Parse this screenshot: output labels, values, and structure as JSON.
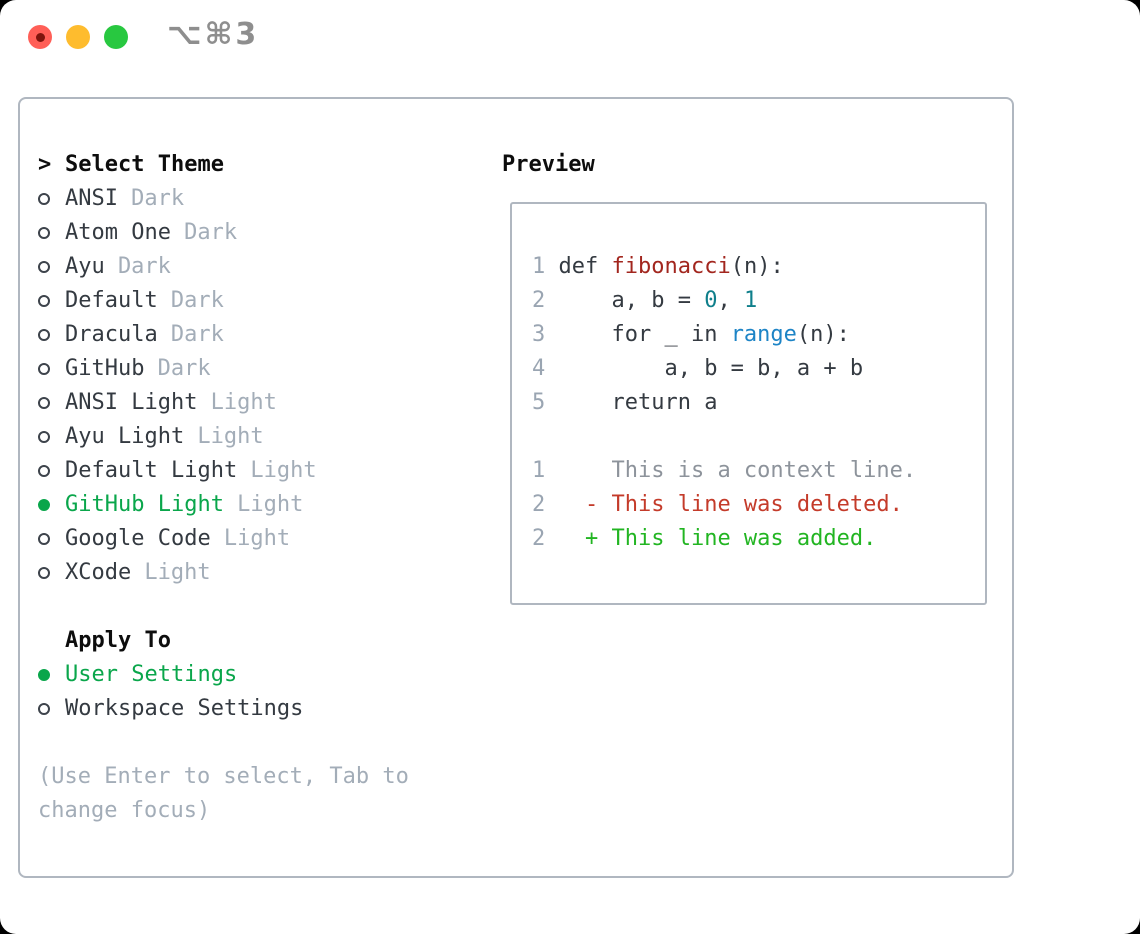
{
  "window": {
    "shortcut": "⌥⌘3",
    "traffic_lights": [
      "close",
      "minimize",
      "zoom"
    ]
  },
  "colors": {
    "accent_green": "#0aa64b",
    "added_green": "#22b522",
    "deleted_red": "#c43b2a",
    "function_red": "#a2261e",
    "number_teal": "#0f7f8b",
    "builtin_blue": "#1d84c6",
    "text_dark": "#343a41",
    "muted_gray": "#a3adb8",
    "line_number_gray": "#9aa5b2",
    "context_gray": "#8d939b",
    "border_gray": "#b0b7c0",
    "traffic_red": "#ff5f57",
    "traffic_yellow": "#febc2e",
    "traffic_green": "#28c840"
  },
  "theme_picker": {
    "prompt": ">",
    "title": "Select Theme",
    "items": [
      {
        "name": "ANSI",
        "variant": "Dark",
        "selected": false
      },
      {
        "name": "Atom One",
        "variant": "Dark",
        "selected": false
      },
      {
        "name": "Ayu",
        "variant": "Dark",
        "selected": false
      },
      {
        "name": "Default",
        "variant": "Dark",
        "selected": false
      },
      {
        "name": "Dracula",
        "variant": "Dark",
        "selected": false
      },
      {
        "name": "GitHub",
        "variant": "Dark",
        "selected": false
      },
      {
        "name": "ANSI Light",
        "variant": "Light",
        "selected": false
      },
      {
        "name": "Ayu Light",
        "variant": "Light",
        "selected": false
      },
      {
        "name": "Default Light",
        "variant": "Light",
        "selected": false
      },
      {
        "name": "GitHub Light",
        "variant": "Light",
        "selected": true
      },
      {
        "name": "Google Code",
        "variant": "Light",
        "selected": false
      },
      {
        "name": "XCode",
        "variant": "Light",
        "selected": false
      }
    ],
    "apply_to": {
      "title": "Apply To",
      "options": [
        {
          "label": "User Settings",
          "selected": true
        },
        {
          "label": "Workspace Settings",
          "selected": false
        }
      ]
    },
    "hint": "(Use Enter to select, Tab to change focus)"
  },
  "preview": {
    "title": "Preview",
    "code_lines": [
      {
        "num": "1",
        "segs": [
          {
            "t": "def ",
            "c": "code"
          },
          {
            "t": "fibonacci",
            "c": "func"
          },
          {
            "t": "(n):",
            "c": "code"
          }
        ]
      },
      {
        "num": "2",
        "segs": [
          {
            "t": "    a, b = ",
            "c": "code"
          },
          {
            "t": "0",
            "c": "num"
          },
          {
            "t": ", ",
            "c": "code"
          },
          {
            "t": "1",
            "c": "num"
          }
        ]
      },
      {
        "num": "3",
        "segs": [
          {
            "t": "    for _ in ",
            "c": "code"
          },
          {
            "t": "range",
            "c": "builtin"
          },
          {
            "t": "(n):",
            "c": "code"
          }
        ]
      },
      {
        "num": "4",
        "segs": [
          {
            "t": "        a, b = b, a + b",
            "c": "code"
          }
        ]
      },
      {
        "num": "5",
        "segs": [
          {
            "t": "    return a",
            "c": "code"
          }
        ]
      },
      {
        "num": "",
        "segs": []
      },
      {
        "num": "1",
        "segs": [
          {
            "t": "    This is a context line.",
            "c": "context"
          }
        ]
      },
      {
        "num": "2",
        "segs": [
          {
            "t": "  - This line was deleted.",
            "c": "deleted"
          }
        ]
      },
      {
        "num": "2",
        "segs": [
          {
            "t": "  + This line was added.",
            "c": "added"
          }
        ]
      }
    ]
  }
}
